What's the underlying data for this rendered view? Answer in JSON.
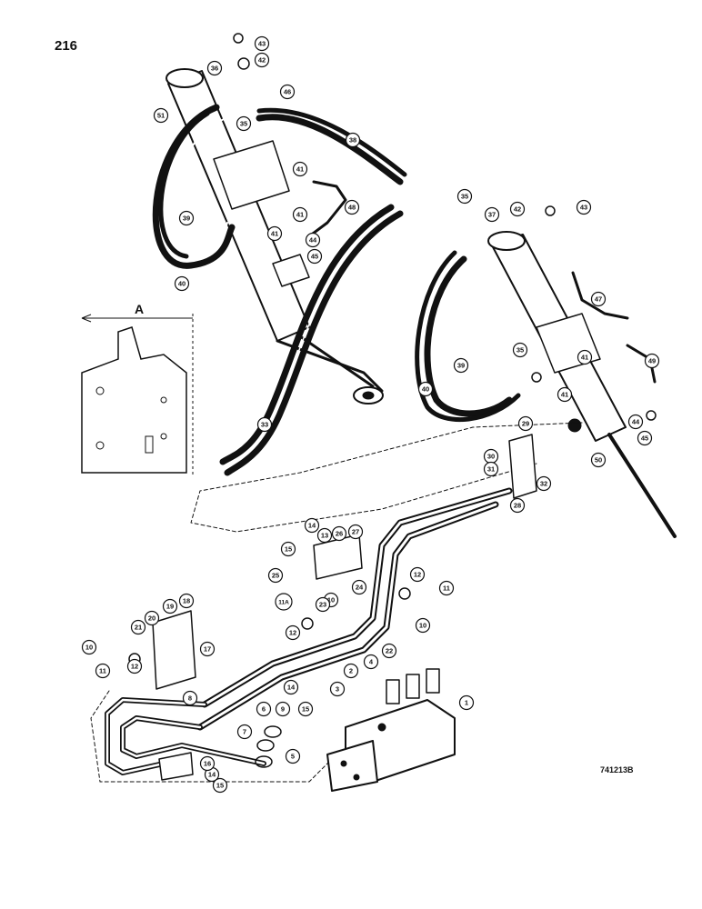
{
  "page_number": "216",
  "figure_code": "741213B",
  "inset_label": "A",
  "callouts": [
    "1",
    "2",
    "3",
    "4",
    "5",
    "6",
    "7",
    "8",
    "9",
    "10",
    "11",
    "11A",
    "12",
    "13",
    "14",
    "15",
    "16",
    "17",
    "18",
    "19",
    "20",
    "21",
    "22",
    "23",
    "24",
    "25",
    "26",
    "27",
    "28",
    "29",
    "30",
    "31",
    "32",
    "33",
    "35",
    "36",
    "37",
    "38",
    "39",
    "40",
    "41",
    "42",
    "43",
    "44",
    "45",
    "46",
    "47",
    "48",
    "49",
    "50",
    "51"
  ],
  "colors": {
    "ink": "#111111",
    "paper": "#ffffff"
  }
}
